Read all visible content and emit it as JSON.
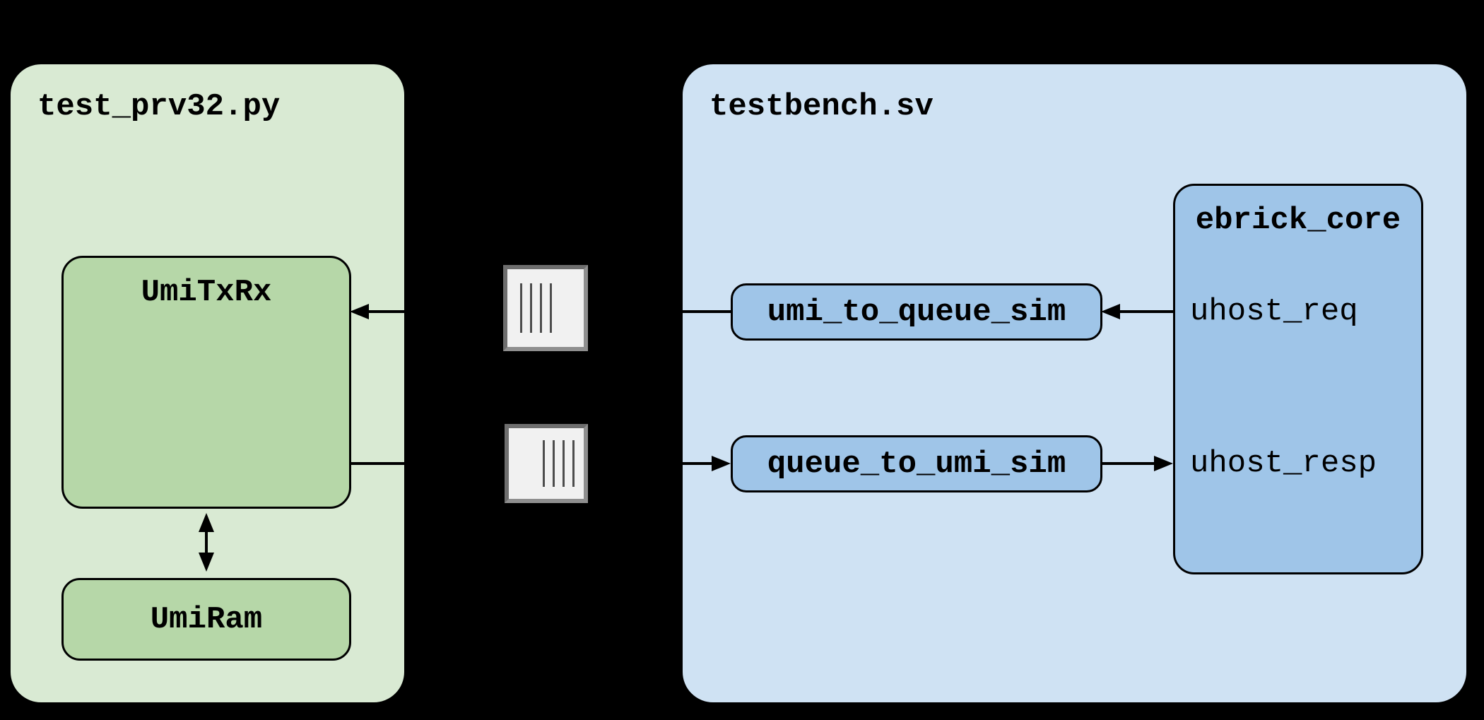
{
  "diagram": {
    "background_color": "#000000",
    "left_panel": {
      "title": "test_prv32.py",
      "fill": "#d9ead3",
      "block_fill": "#b6d7a8",
      "blocks": [
        {
          "label": "UmiTxRx"
        },
        {
          "label": "UmiRam"
        }
      ]
    },
    "right_panel": {
      "title": "testbench.sv",
      "fill": "#cfe2f3",
      "block_fill": "#9fc5e8",
      "blocks": [
        {
          "label": "umi_to_queue_sim"
        },
        {
          "label": "queue_to_umi_sim"
        }
      ],
      "core": {
        "title": "ebrick_core",
        "fill": "#9fc5e8",
        "ports": [
          {
            "label": "uhost_req"
          },
          {
            "label": "uhost_resp"
          }
        ]
      }
    },
    "queue_icons": [
      {
        "name": "queue-file-top",
        "lines": 4,
        "line_side": "left"
      },
      {
        "name": "queue-file-bottom",
        "lines": 4,
        "line_side": "right"
      }
    ],
    "connections": [
      {
        "from": "ebrick_core.uhost_req",
        "to": "umi_to_queue_sim",
        "direction": "left"
      },
      {
        "from": "umi_to_queue_sim",
        "to": "queue-file-top",
        "direction": "left"
      },
      {
        "from": "queue-file-top",
        "to": "UmiTxRx",
        "direction": "left"
      },
      {
        "from": "UmiTxRx",
        "to": "queue-file-bottom",
        "direction": "right"
      },
      {
        "from": "queue-file-bottom",
        "to": "queue_to_umi_sim",
        "direction": "right"
      },
      {
        "from": "queue_to_umi_sim",
        "to": "ebrick_core.uhost_resp",
        "direction": "right"
      },
      {
        "from": "UmiTxRx",
        "to": "UmiRam",
        "direction": "both"
      }
    ]
  }
}
